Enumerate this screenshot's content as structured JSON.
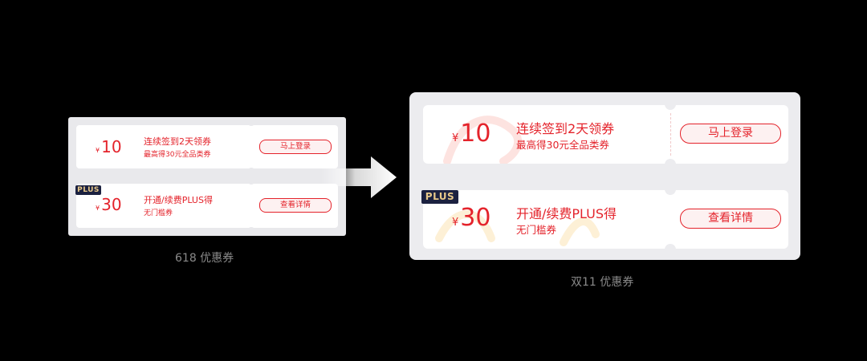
{
  "before": {
    "caption": "618 优惠券",
    "coupons": [
      {
        "currency": "¥",
        "amount": "10",
        "title": "连续签到2天领券",
        "subtitle": "最高得30元全品类券",
        "button": "马上登录"
      },
      {
        "badge": "PLUS",
        "currency": "¥",
        "amount": "30",
        "title": "开通/续费PLUS得",
        "subtitle": "无门槛券",
        "button": "查看详情"
      }
    ]
  },
  "after": {
    "caption": "双11 优惠券",
    "coupons": [
      {
        "currency": "¥",
        "amount": "10",
        "title": "连续签到2天领券",
        "subtitle": "最高得30元全品类券",
        "button": "马上登录"
      },
      {
        "badge": "PLUS",
        "currency": "¥",
        "amount": "30",
        "title": "开通/续费PLUS得",
        "subtitle": "无门槛券",
        "button": "查看详情"
      }
    ]
  },
  "colors": {
    "accent": "#e4232b",
    "badge_bg": "#1b2140",
    "badge_text": "#e8c98a",
    "background": "#000000"
  }
}
